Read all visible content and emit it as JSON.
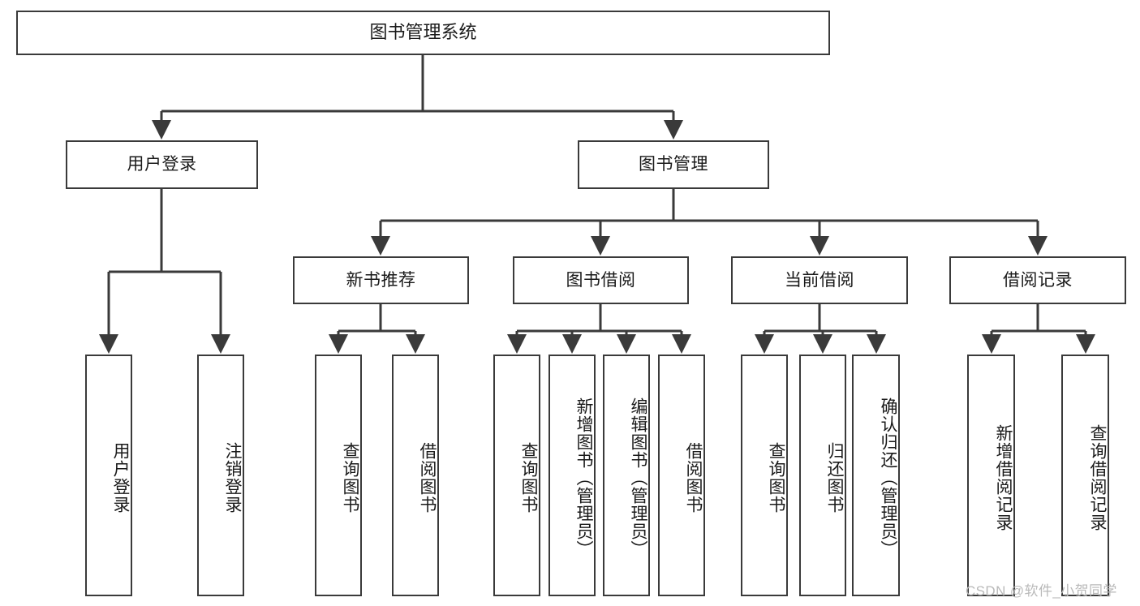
{
  "diagram": {
    "title": "图书管理系统",
    "type": "hierarchy-tree",
    "watermark": "CSDN @软件_小贺同学",
    "colors": {
      "stroke": "#3a3a3a",
      "fill": "#ffffff",
      "text": "#1a1a1a",
      "watermark": "#b9b9b9"
    },
    "nodes": {
      "root": {
        "label": "图书管理系统",
        "level": 1
      },
      "user_login": {
        "label": "用户登录",
        "level": 2
      },
      "book_manage": {
        "label": "图书管理",
        "level": 2
      },
      "new_book_rec": {
        "label": "新书推荐",
        "level": 3
      },
      "book_borrow": {
        "label": "图书借阅",
        "level": 3
      },
      "current_borrow": {
        "label": "当前借阅",
        "level": 3
      },
      "borrow_record": {
        "label": "借阅记录",
        "level": 3
      },
      "leaf_user_login": {
        "label": "用户登录",
        "level": 3
      },
      "leaf_logout": {
        "label": "注销登录",
        "level": 3
      },
      "leaf_query_book_1": {
        "label": "查询图书",
        "level": 4
      },
      "leaf_borrow_book_1": {
        "label": "借阅图书",
        "level": 4
      },
      "leaf_query_book_2": {
        "label": "查询图书",
        "level": 4
      },
      "leaf_add_book": {
        "label": "新增图书（管理员）",
        "level": 4
      },
      "leaf_edit_book": {
        "label": "编辑图书（管理员）",
        "level": 4
      },
      "leaf_borrow_book_2": {
        "label": "借阅图书",
        "level": 4
      },
      "leaf_query_book_3": {
        "label": "查询图书",
        "level": 4
      },
      "leaf_return_book": {
        "label": "归还图书",
        "level": 4
      },
      "leaf_confirm_return": {
        "label": "确认归还（管理员）",
        "level": 4
      },
      "leaf_add_record": {
        "label": "新增借阅记录",
        "level": 4
      },
      "leaf_query_record": {
        "label": "查询借阅记录",
        "level": 4
      }
    },
    "edges": [
      {
        "from": "root",
        "to": "user_login"
      },
      {
        "from": "root",
        "to": "book_manage"
      },
      {
        "from": "user_login",
        "to": "leaf_user_login"
      },
      {
        "from": "user_login",
        "to": "leaf_logout"
      },
      {
        "from": "book_manage",
        "to": "new_book_rec"
      },
      {
        "from": "book_manage",
        "to": "book_borrow"
      },
      {
        "from": "book_manage",
        "to": "current_borrow"
      },
      {
        "from": "book_manage",
        "to": "borrow_record"
      },
      {
        "from": "new_book_rec",
        "to": "leaf_query_book_1"
      },
      {
        "from": "new_book_rec",
        "to": "leaf_borrow_book_1"
      },
      {
        "from": "book_borrow",
        "to": "leaf_query_book_2"
      },
      {
        "from": "book_borrow",
        "to": "leaf_add_book"
      },
      {
        "from": "book_borrow",
        "to": "leaf_edit_book"
      },
      {
        "from": "book_borrow",
        "to": "leaf_borrow_book_2"
      },
      {
        "from": "current_borrow",
        "to": "leaf_query_book_3"
      },
      {
        "from": "current_borrow",
        "to": "leaf_return_book"
      },
      {
        "from": "current_borrow",
        "to": "leaf_confirm_return"
      },
      {
        "from": "borrow_record",
        "to": "leaf_add_record"
      },
      {
        "from": "borrow_record",
        "to": "leaf_query_record"
      }
    ]
  }
}
